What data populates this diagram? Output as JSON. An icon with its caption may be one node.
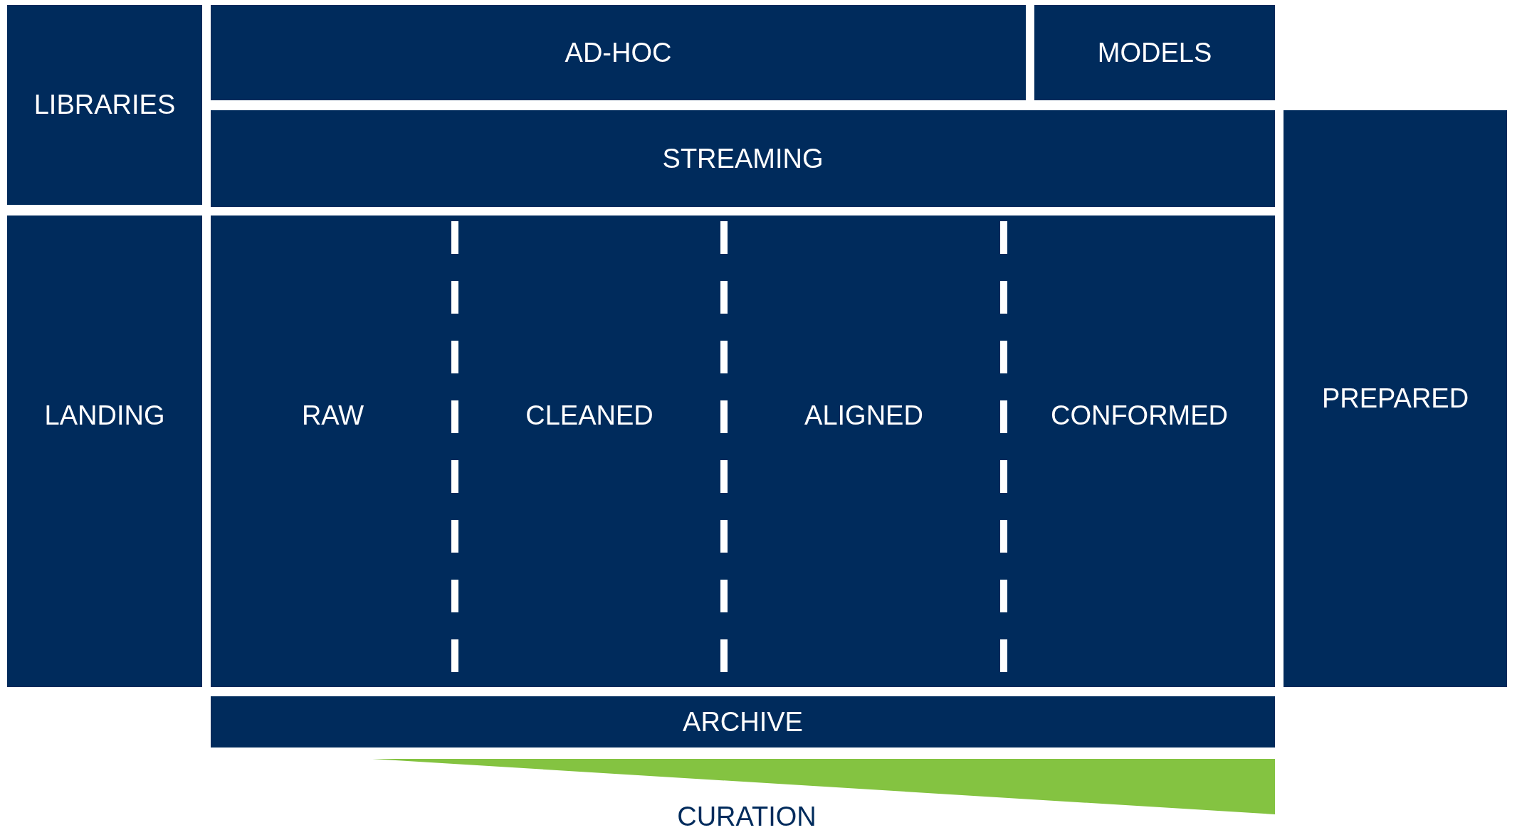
{
  "diagram": {
    "nodes": [
      {
        "text": [
          "LIBRARIES"
        ]
      },
      {
        "text": [
          "AD-HOC"
        ]
      },
      {
        "text": [
          "MODELS"
        ]
      },
      {
        "text": [
          "STREAMING"
        ]
      },
      {
        "text": [
          "LANDING"
        ]
      },
      {
        "text": [],
        "shape": "box"
      },
      {
        "text": [
          "RAW"
        ],
        "in": 5
      },
      {
        "text": [
          "CLEANED"
        ],
        "in": 5
      },
      {
        "text": [
          "ALIGNED"
        ],
        "in": 5
      },
      {
        "text": [
          "CONFORMED"
        ],
        "in": 5
      },
      {
        "text": [
          "PREPARED"
        ]
      },
      {
        "text": [
          "ARCHIVE"
        ]
      },
      {
        "text": [
          "CURATION"
        ]
      }
    ]
  }
}
